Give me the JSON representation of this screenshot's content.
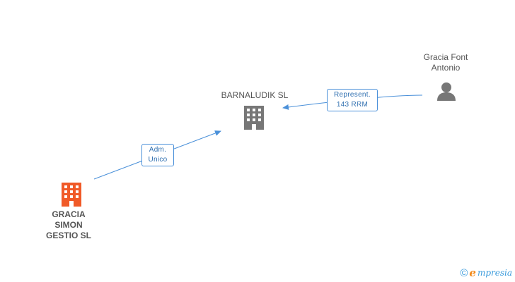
{
  "nodes": {
    "barnaludik": {
      "name": "BARNALUDIK SL",
      "icon": "building-icon",
      "color": "#777777"
    },
    "gracia_simon": {
      "name": "GRACIA\nSIMON\nGESTIO  SL",
      "icon": "building-icon",
      "color": "#f05a28"
    },
    "gracia_font": {
      "name": "Gracia Font\nAntonio",
      "icon": "person-icon",
      "color": "#777777"
    }
  },
  "edges": {
    "represent": {
      "label": "Represent.\n143 RRM"
    },
    "adm": {
      "label": "Adm.\nUnico"
    }
  },
  "colors": {
    "edge": "#4a90d9"
  },
  "watermark": {
    "copyright": "©",
    "brand_initial": "e",
    "brand_rest": "mpresia"
  }
}
